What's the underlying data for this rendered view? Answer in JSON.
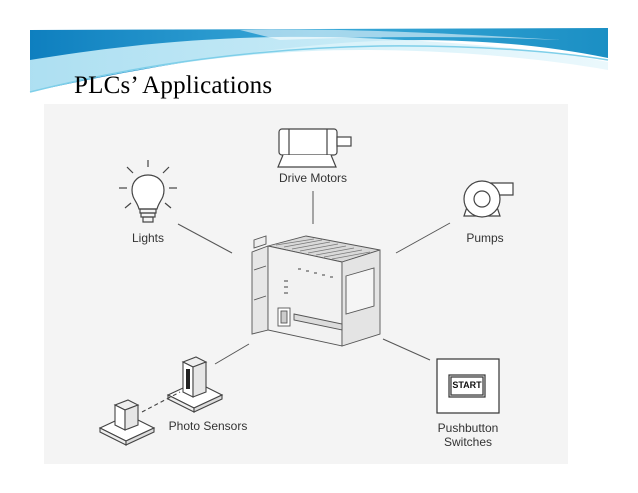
{
  "slide": {
    "title": "PLCs’ Applications"
  },
  "theme": {
    "banner_dark": "#1b8fc4",
    "banner_light": "#a9e2f5",
    "panel_bg": "#f4f4f4",
    "line_color": "#555555"
  },
  "diagram": {
    "center_device": "plc-controller",
    "labels": {
      "drive_motors": "Drive Motors",
      "lights": "Lights",
      "pumps": "Pumps",
      "photo_sensors": "Photo Sensors",
      "pushbutton_line1": "Pushbutton",
      "pushbutton_line2": "Switches",
      "start_button": "START"
    },
    "icons": [
      "motor-icon",
      "light-bulb-icon",
      "pump-icon",
      "photo-sensor-icon",
      "pushbutton-icon",
      "plc-icon"
    ]
  }
}
